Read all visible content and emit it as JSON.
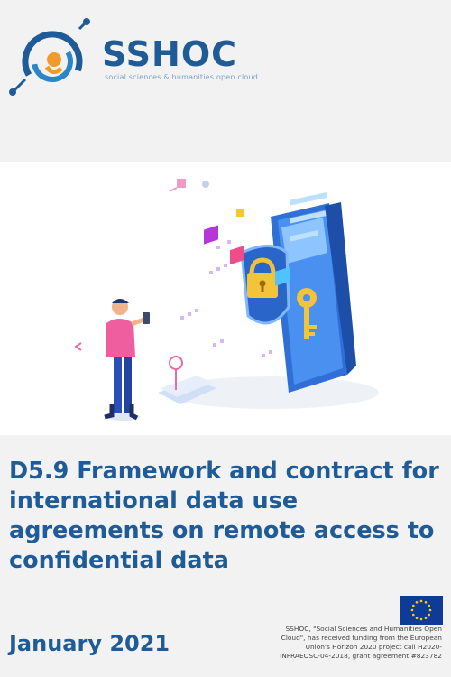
{
  "logo": {
    "name": "SSHOC",
    "tagline": "social sciences & humanities open cloud"
  },
  "title": "D5.9 Framework and contract for international data use agreements on remote access to confidential data",
  "date": "January 2021",
  "funding": {
    "line1": "SSHOC, \"Social Sciences and Humanities Open",
    "line2": "Cloud\", has received funding from the European",
    "line3": "Union's Horizon 2020 project call H2020-",
    "line4": "INFRAEOSC-04-2018, grant agreement #823782"
  },
  "colors": {
    "brand_blue": "#1f5b96",
    "accent_orange": "#f29a2e",
    "eu_blue": "#0d3b96",
    "eu_yellow": "#ffcc00"
  },
  "icons": [
    "sshoc-logo-icon",
    "eu-flag-icon",
    "padlock-icon",
    "key-icon",
    "shield-icon",
    "smartphone-icon"
  ]
}
